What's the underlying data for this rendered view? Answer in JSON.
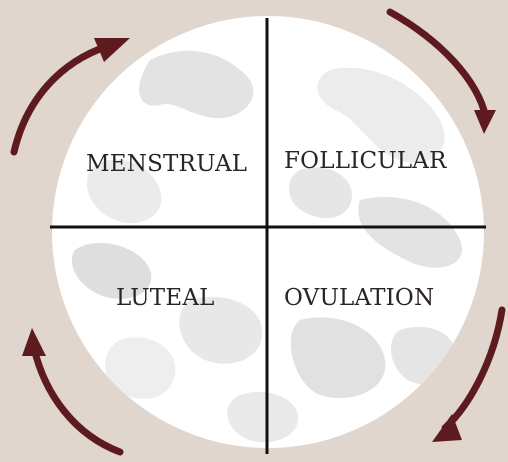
{
  "phases": {
    "top_left": "MENSTRUAL",
    "top_right": "FOLLICULAR",
    "bottom_left": "LUTEAL",
    "bottom_right": "OVULATION"
  },
  "colors": {
    "background": "#e0d6cd",
    "moon": "#ffffff",
    "moon_texture": "#dcdcdc",
    "divider": "#111111",
    "arrow": "#5e1b1f"
  },
  "icons": {
    "arrows": [
      "curved-arrow-top-left",
      "curved-arrow-top-right",
      "curved-arrow-bottom-right",
      "curved-arrow-bottom-left"
    ]
  }
}
